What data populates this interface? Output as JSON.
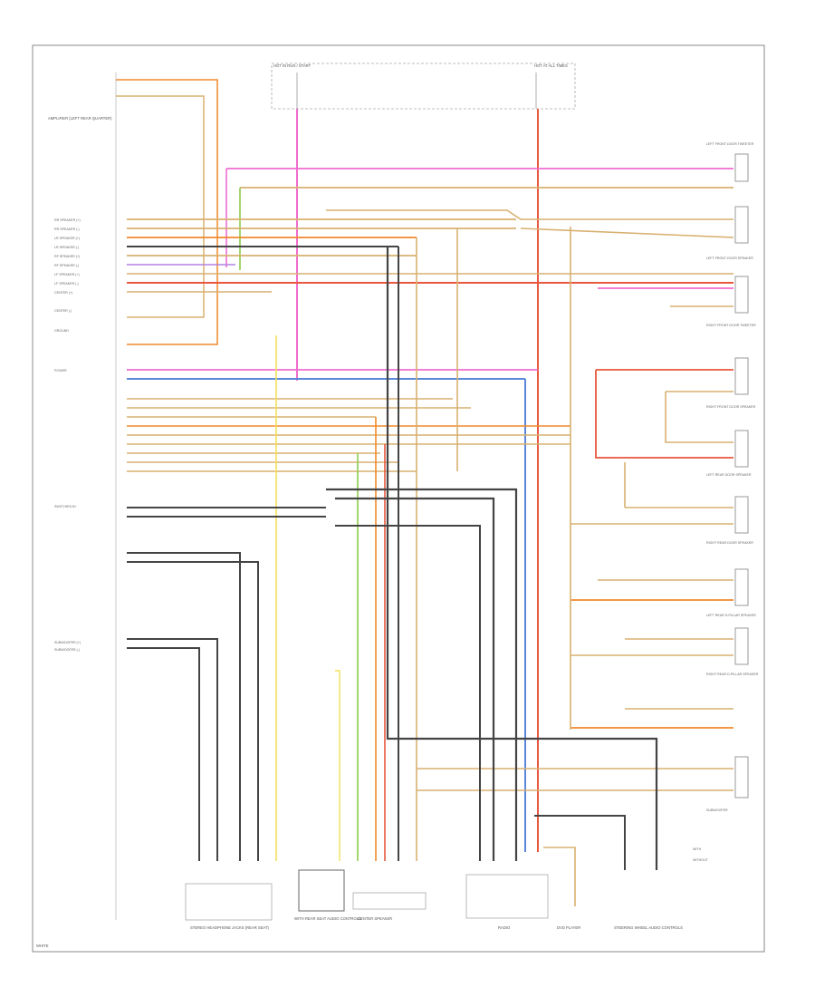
{
  "frame": {
    "corner_note": "WHITE"
  },
  "fuses": {
    "left": "HOT IN RUN / START",
    "right": "HOT AT ALL TIMES"
  },
  "module": {
    "name": "AMPLIFIER (LEFT REAR QUARTER)"
  },
  "left_pins": [
    "RR SPEAKER (+)",
    "RR SPEAKER (-)",
    "LR SPEAKER (+)",
    "LR SPEAKER (-)",
    "RF SPEAKER (+)",
    "RF SPEAKER (-)",
    "LF SPEAKER (+)",
    "LF SPEAKER (-)",
    "CENTER (+)",
    "CENTER (-)",
    "GROUND",
    "POWER",
    "SWITCHED B+",
    "SUBWOOFER (+)",
    "SUBWOOFER (-)"
  ],
  "bottom_components": {
    "c1": "STEREO HEADPHONE JACKS (REAR SEAT)",
    "c2": "WITH REAR SEAT AUDIO CONTROLS",
    "c3": "CENTER SPEAKER",
    "c4": "RADIO",
    "c5": "DVD PLAYER",
    "c6": "STEERING WHEEL AUDIO CONTROLS"
  },
  "right_components": [
    "LEFT FRONT DOOR TWEETER",
    "LEFT FRONT DOOR SPEAKER",
    "RIGHT FRONT DOOR TWEETER",
    "RIGHT FRONT DOOR SPEAKER",
    "LEFT REAR DOOR SPEAKER",
    "RIGHT REAR DOOR SPEAKER",
    "LEFT REAR D-PILLAR SPEAKER",
    "RIGHT REAR D-PILLAR SPEAKER",
    "SUBWOOFER"
  ],
  "legend": [
    "WITH",
    "WITHOUT"
  ],
  "colors": {
    "pink": "#f06ccf",
    "red": "#e8583e",
    "orange": "#ef8a2c",
    "tan": "#d8b070",
    "yellow": "#f1e05a",
    "green": "#8dcb4c",
    "blue": "#5b87d8",
    "gray": "#444444",
    "violet": "#b283e0",
    "brown": "#b07036"
  }
}
